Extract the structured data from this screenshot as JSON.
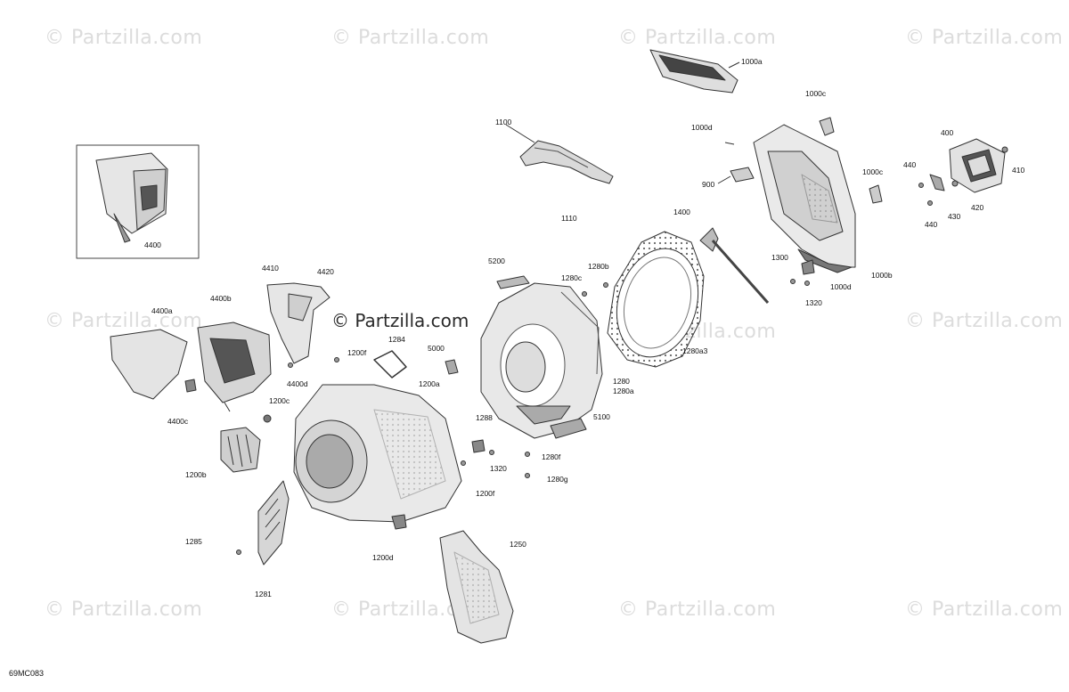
{
  "watermark": "© Partzilla.com",
  "watermark_center": "© Partzilla.com",
  "diagram_code": "69MC083",
  "inset": {
    "label": "4400"
  },
  "callouts": [
    {
      "id": "1000a",
      "text": "1000a"
    },
    {
      "id": "1000c-top",
      "text": "1000c"
    },
    {
      "id": "1000d-top",
      "text": "1000d"
    },
    {
      "id": "1100",
      "text": "1100"
    },
    {
      "id": "900",
      "text": "900"
    },
    {
      "id": "1110",
      "text": "1110"
    },
    {
      "id": "1000c-mid",
      "text": "1000c"
    },
    {
      "id": "400",
      "text": "400"
    },
    {
      "id": "440-a",
      "text": "440"
    },
    {
      "id": "410",
      "text": "410"
    },
    {
      "id": "420",
      "text": "420"
    },
    {
      "id": "430",
      "text": "430"
    },
    {
      "id": "440-b",
      "text": "440"
    },
    {
      "id": "1400",
      "text": "1400"
    },
    {
      "id": "1300",
      "text": "1300"
    },
    {
      "id": "1000b",
      "text": "1000b"
    },
    {
      "id": "1000d-bot",
      "text": "1000d"
    },
    {
      "id": "1320-right",
      "text": "1320"
    },
    {
      "id": "5200",
      "text": "5200"
    },
    {
      "id": "1280b",
      "text": "1280b"
    },
    {
      "id": "1280c",
      "text": "1280c"
    },
    {
      "id": "1280a3",
      "text": "1280a3"
    },
    {
      "id": "1280",
      "text": "1280"
    },
    {
      "id": "1280a",
      "text": "1280a"
    },
    {
      "id": "5100",
      "text": "5100"
    },
    {
      "id": "4410",
      "text": "4410"
    },
    {
      "id": "4420",
      "text": "4420"
    },
    {
      "id": "4400b",
      "text": "4400b"
    },
    {
      "id": "4400a",
      "text": "4400a"
    },
    {
      "id": "4400d",
      "text": "4400d"
    },
    {
      "id": "4400c",
      "text": "4400c"
    },
    {
      "id": "1284",
      "text": "1284"
    },
    {
      "id": "1200f-top",
      "text": "1200f"
    },
    {
      "id": "5000",
      "text": "5000"
    },
    {
      "id": "1200a",
      "text": "1200a"
    },
    {
      "id": "1200c",
      "text": "1200c"
    },
    {
      "id": "1288",
      "text": "1288"
    },
    {
      "id": "1320-mid",
      "text": "1320"
    },
    {
      "id": "1280f",
      "text": "1280f"
    },
    {
      "id": "1280g",
      "text": "1280g"
    },
    {
      "id": "1200f-bot",
      "text": "1200f"
    },
    {
      "id": "1200b",
      "text": "1200b"
    },
    {
      "id": "1285",
      "text": "1285"
    },
    {
      "id": "1281",
      "text": "1281"
    },
    {
      "id": "1200d",
      "text": "1200d"
    },
    {
      "id": "1250",
      "text": "1250"
    }
  ]
}
